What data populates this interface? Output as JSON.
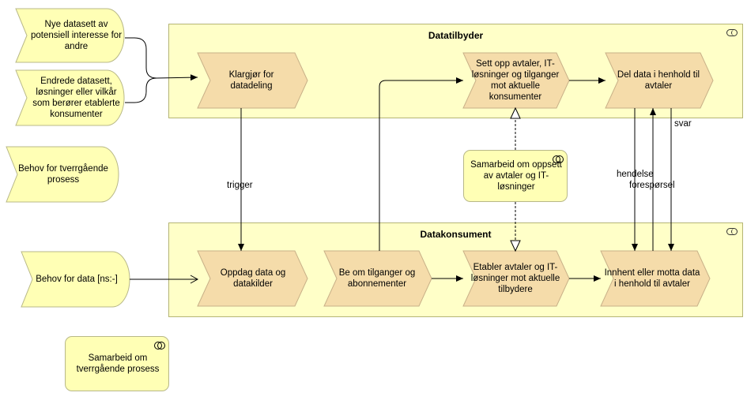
{
  "containers": {
    "provider": {
      "title": "Datatilbyder"
    },
    "consumer": {
      "title": "Datakonsument"
    }
  },
  "events": {
    "new_datasets": "Nye datasett av potensiell interesse for andre",
    "changed_datasets": "Endrede datasett, løsninger eller vilkår som berører etablerte konsumenter",
    "cross_process_need": "Behov for tverrgående prosess",
    "data_need": "Behov for data [ns:-]"
  },
  "processes": {
    "prepare": "Klargjør for datadeling",
    "setup_agreements": "Sett opp avtaler, IT-løsninger og tilganger mot aktuelle konsumenter",
    "share_data": "Del data i henhold til avtaler",
    "discover": "Oppdag data og datakilder",
    "request_access": "Be  om tilganger og abonnementer",
    "establish_agreements": "Etabler avtaler og IT-løsninger mot aktuelle tilbydere",
    "obtain_data": "Innhent eller motta data i henhold til avtaler"
  },
  "collaborations": {
    "setup_cooperation": "Samarbeid om oppsett av avtaler og IT-løsninger",
    "cross_cooperation": "Samarbeid om tverrgående prosess"
  },
  "edge_labels": {
    "trigger": "trigger",
    "svar": "svar",
    "hendelse": "hendelse",
    "foresporsel": "forespørsel"
  },
  "colors": {
    "container_fill": "#ffffc8",
    "process_fill": "#f5dcaa",
    "event_fill": "#ffffb5"
  }
}
